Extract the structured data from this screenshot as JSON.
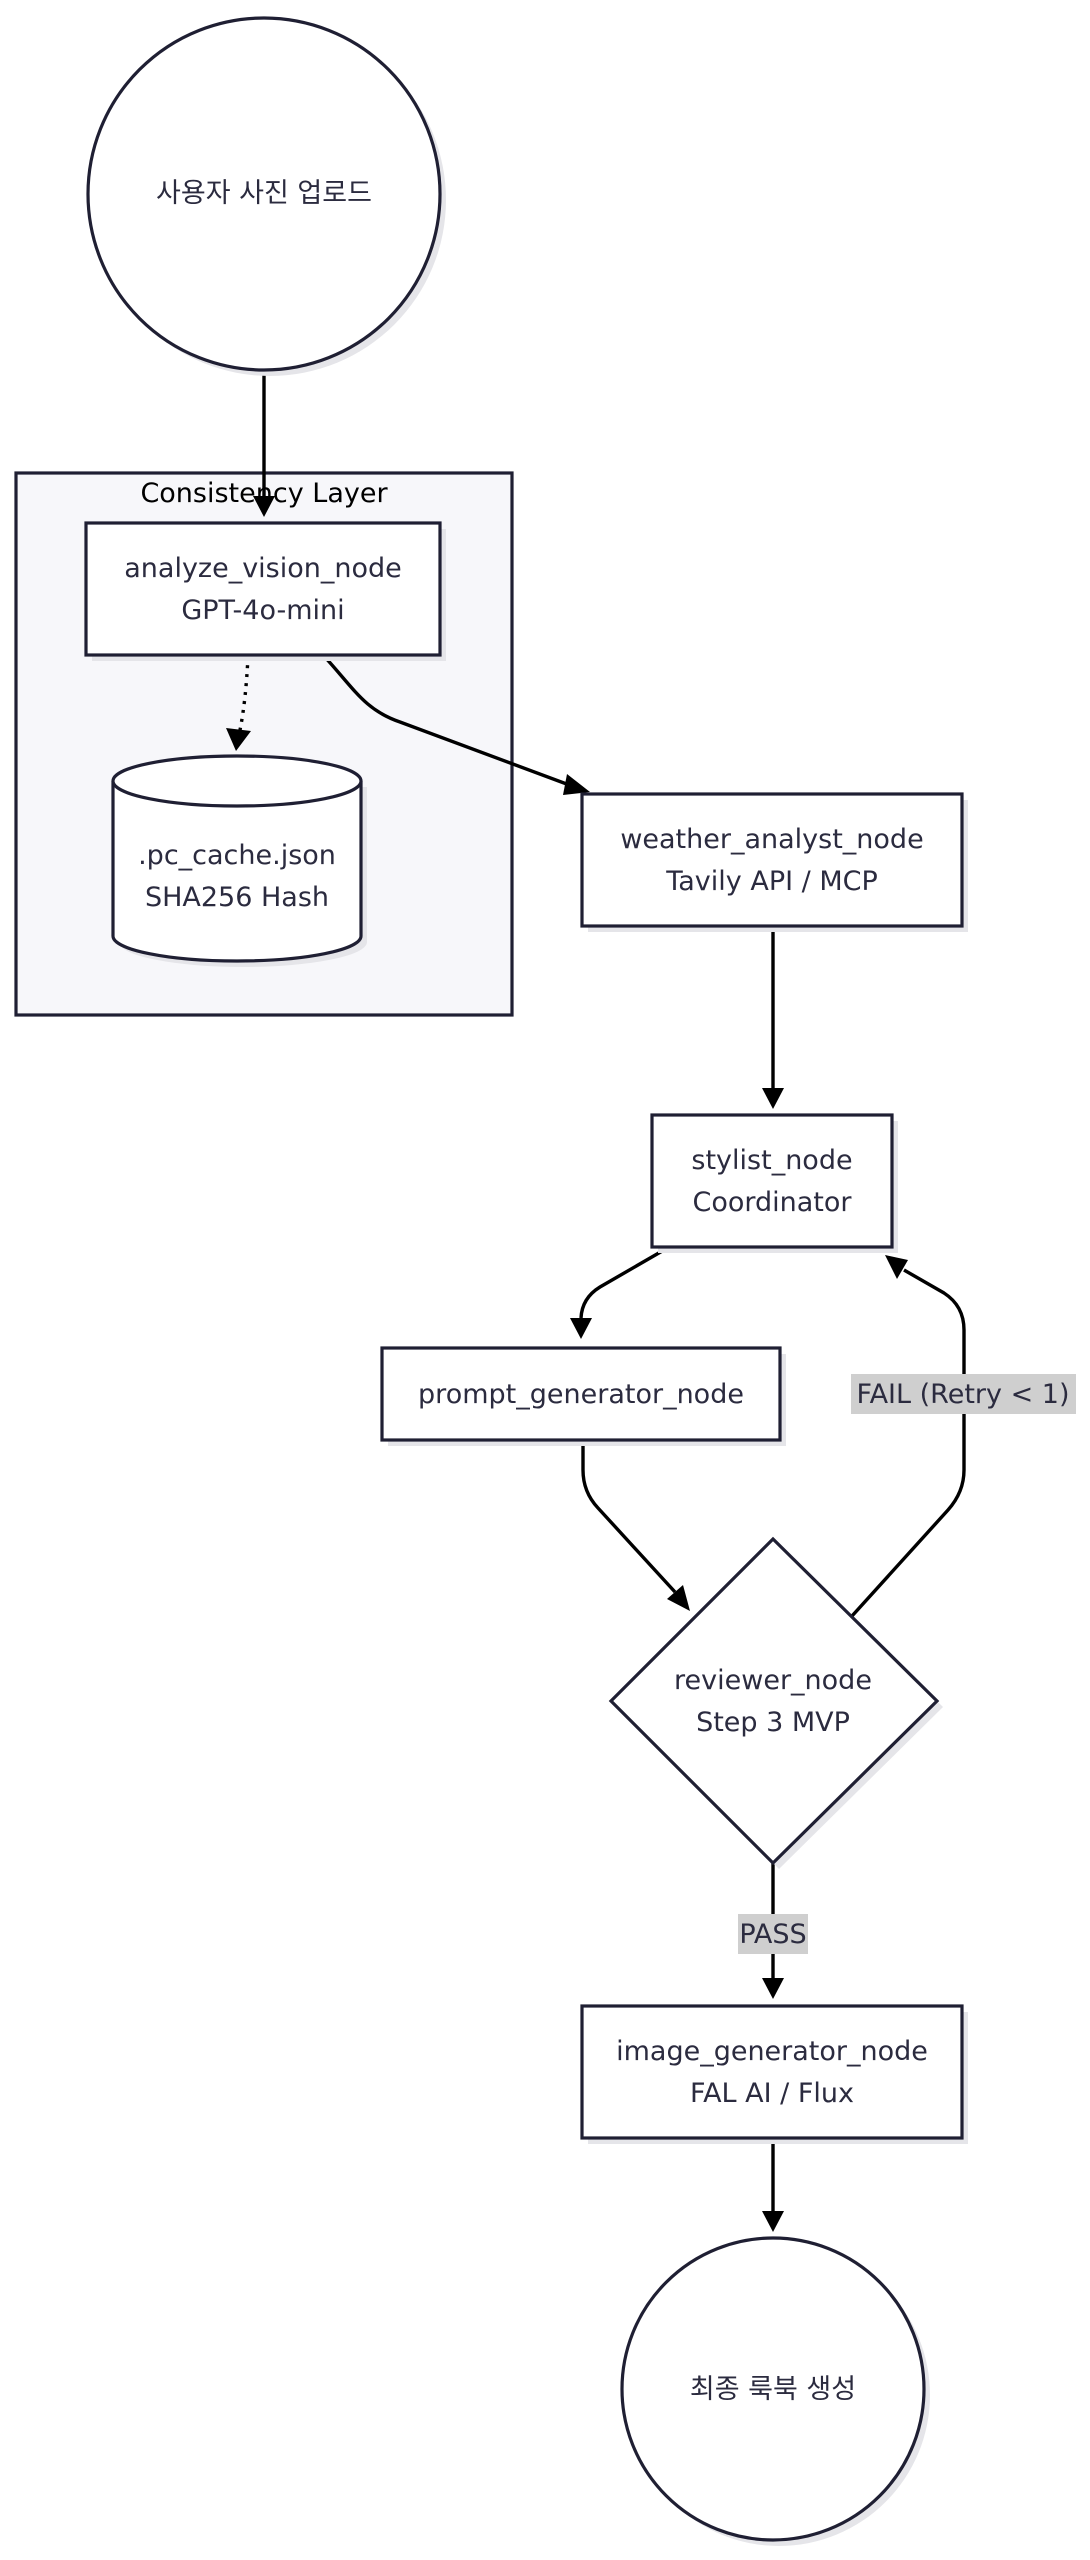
{
  "diagram": {
    "subgraph": {
      "title": "Consistency Layer"
    },
    "nodes": {
      "upload": {
        "label": "사용자 사진 업로드"
      },
      "analyze_vision": {
        "line1": "analyze_vision_node",
        "line2": "GPT-4o-mini"
      },
      "cache": {
        "line1": ".pc_cache.json",
        "line2": "SHA256 Hash"
      },
      "weather_analyst": {
        "line1": "weather_analyst_node",
        "line2": "Tavily API / MCP"
      },
      "stylist": {
        "line1": "stylist_node",
        "line2": "Coordinator"
      },
      "prompt_generator": {
        "label": "prompt_generator_node"
      },
      "reviewer": {
        "line1": "reviewer_node",
        "line2": "Step 3 MVP"
      },
      "image_generator": {
        "line1": "image_generator_node",
        "line2": "FAL AI / Flux"
      },
      "final": {
        "label": "최종 룩북 생성"
      }
    },
    "edge_labels": {
      "fail": "FAIL (Retry < 1)",
      "pass": "PASS"
    },
    "colors": {
      "node_stroke": "#1f1f33",
      "subgraph_fill": "#f7f7fa",
      "edge": "#000000",
      "label_bg": "#cfcfcf"
    }
  }
}
